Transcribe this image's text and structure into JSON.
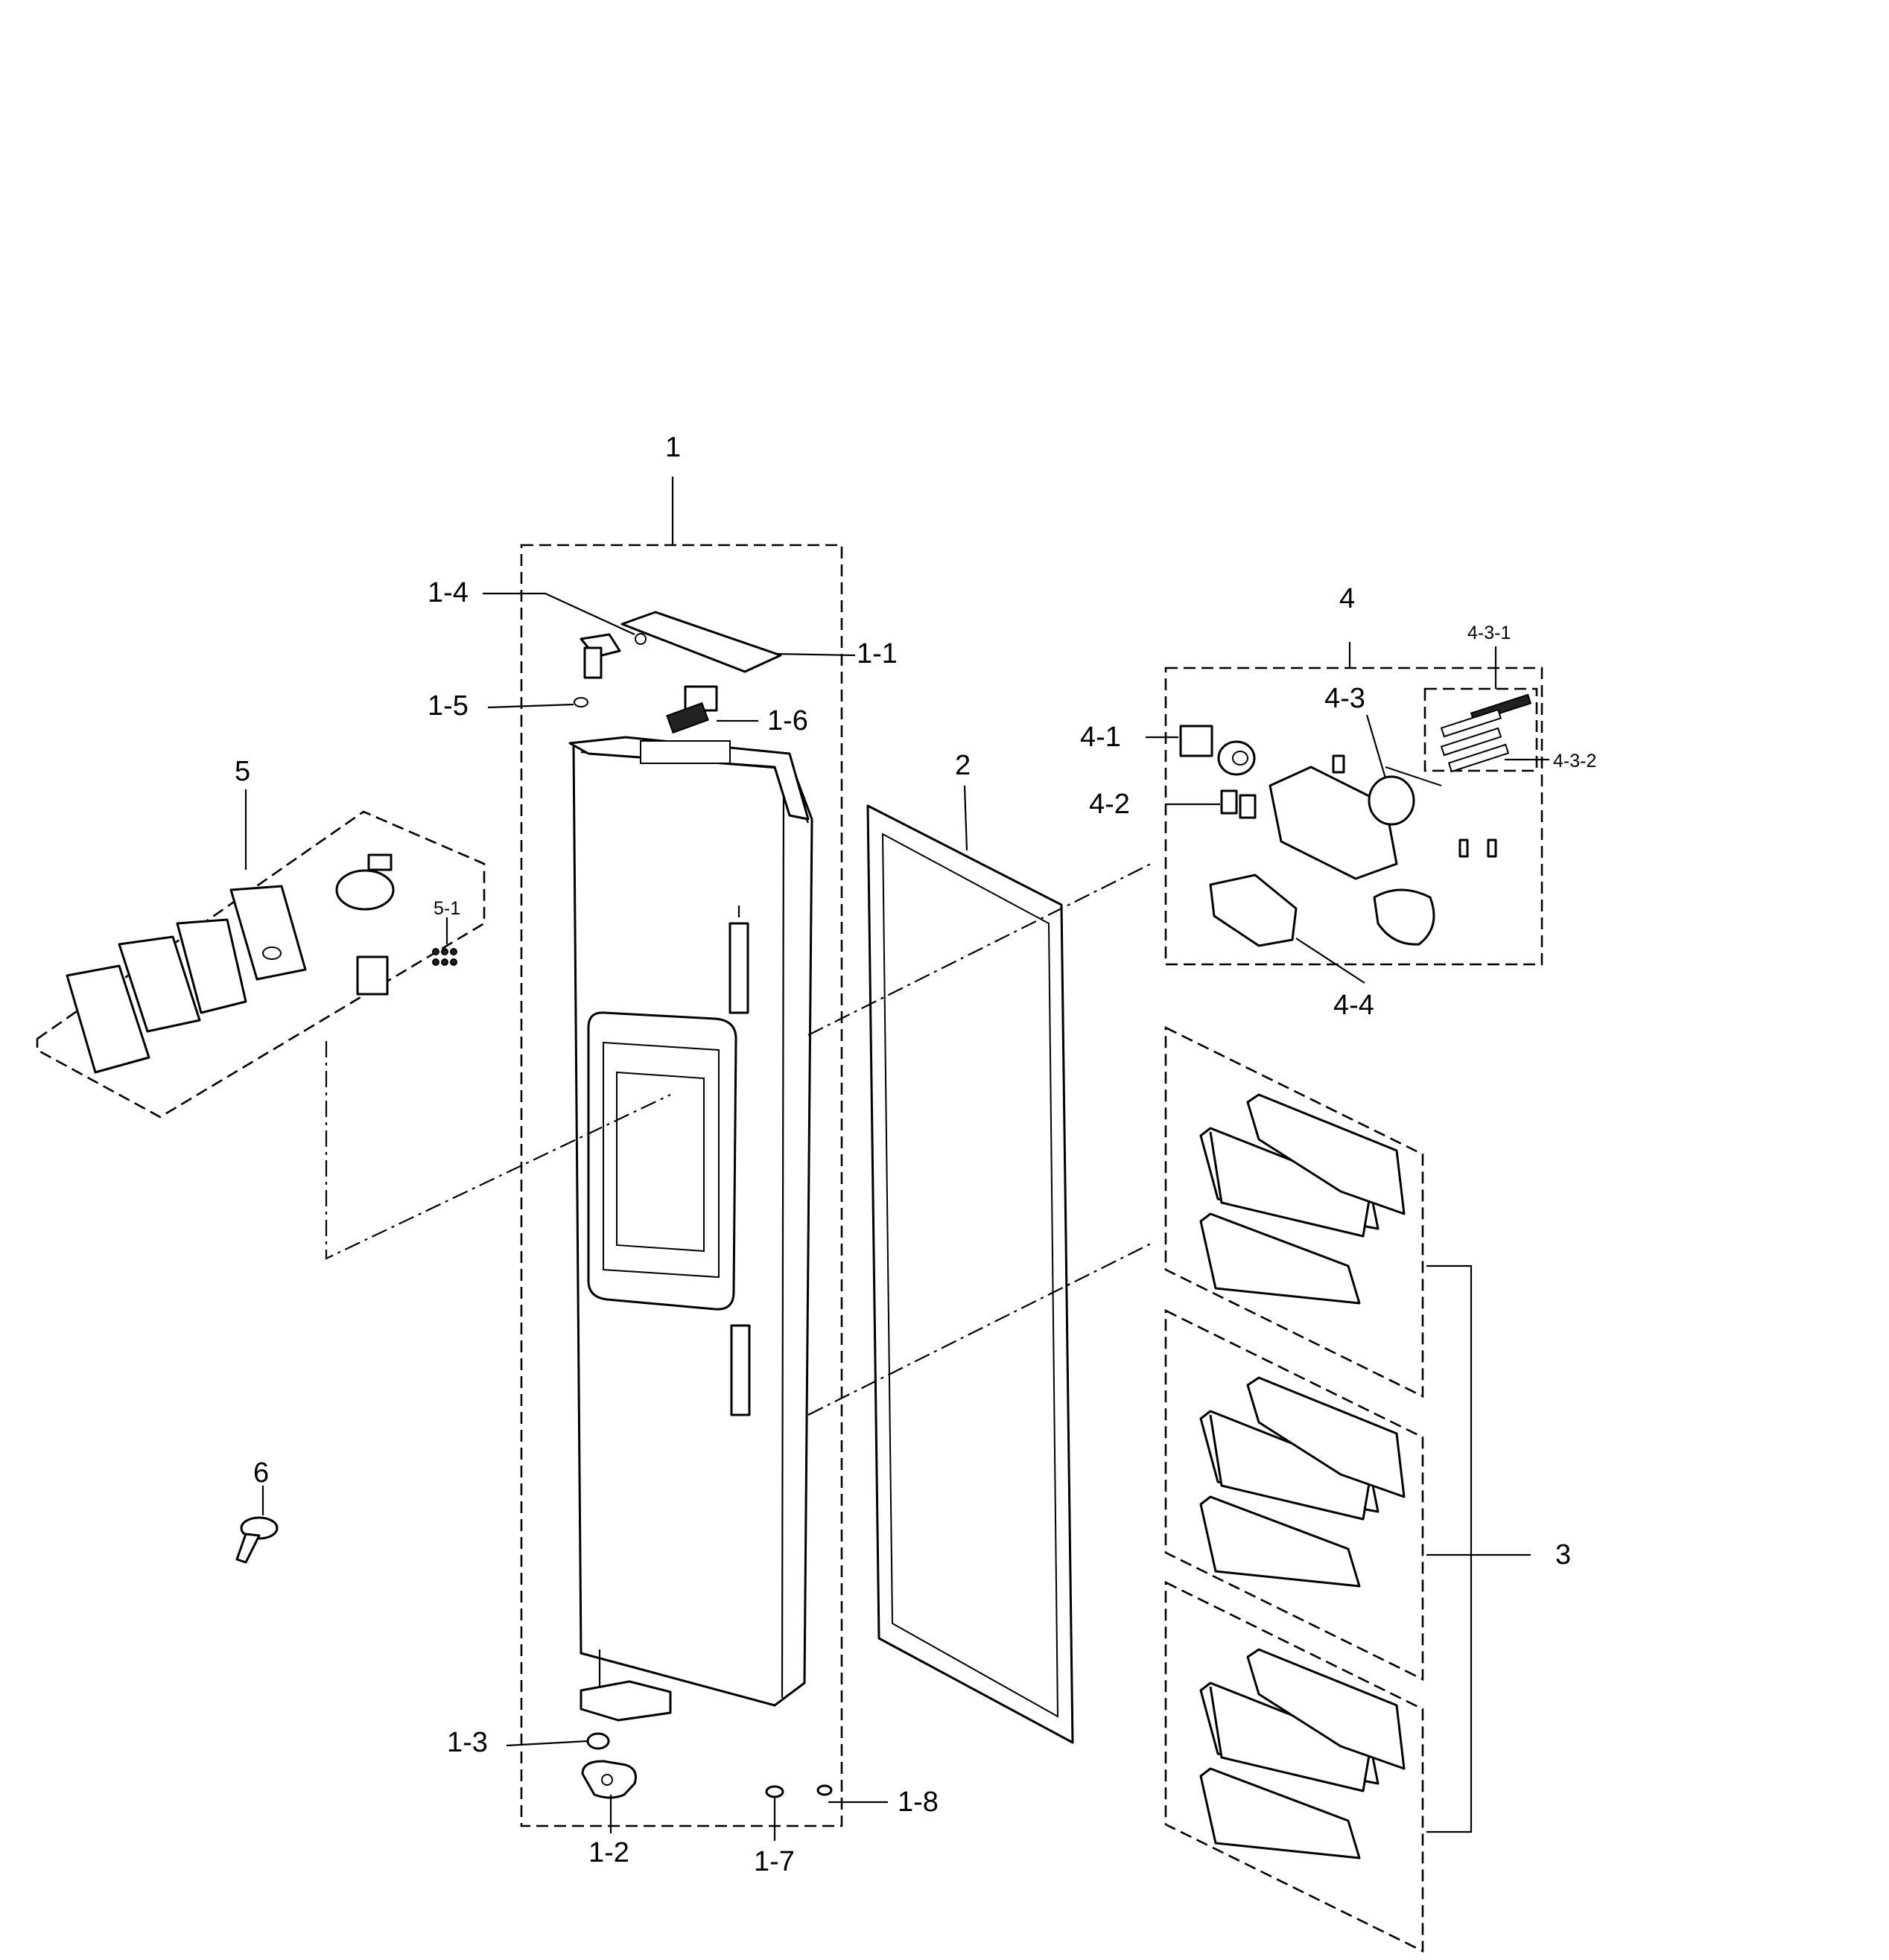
{
  "labels": {
    "door_assembly": "1",
    "part_1_1": "1-1",
    "part_1_2": "1-2",
    "part_1_3": "1-3",
    "part_1_4": "1-4",
    "part_1_5": "1-5",
    "part_1_6": "1-6",
    "part_1_7": "1-7",
    "part_1_8": "1-8",
    "gasket": "2",
    "guard_assembly": "3",
    "ice_assembly": "4",
    "part_4_1": "4-1",
    "part_4_2": "4-2",
    "part_4_3": "4-3",
    "part_4_3_1": "4-3-1",
    "part_4_3_2": "4-3-2",
    "part_4_4": "4-4",
    "dispenser_assembly": "5",
    "part_5_1": "5-1",
    "part_6": "6"
  }
}
